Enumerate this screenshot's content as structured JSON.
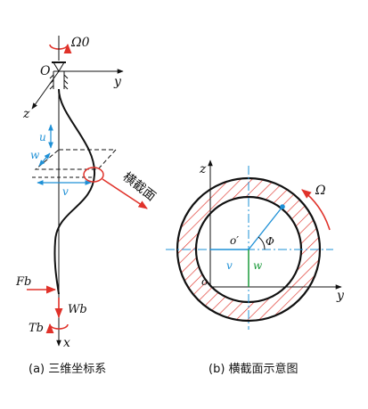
{
  "left": {
    "omega0": "Ω0",
    "origin": "O",
    "y_axis": "y",
    "z_axis": "z",
    "u": "u",
    "w": "w",
    "v": "v",
    "cross_section_label": "横截面",
    "Fb": "Fb",
    "Wb": "Wb",
    "Tb": "Tb",
    "x_axis": "x",
    "caption": "(a) 三维坐标系"
  },
  "right": {
    "z_axis": "z",
    "omega": "Ω",
    "o_prime": "o′",
    "phi": "Φ",
    "v": "v",
    "w": "w",
    "o": "o",
    "y_axis": "y",
    "caption": "(b) 横截面示意图"
  },
  "colors": {
    "red": "#e0322a",
    "blue": "#1e90d6",
    "green": "#1a9a3a",
    "black": "#111111"
  }
}
